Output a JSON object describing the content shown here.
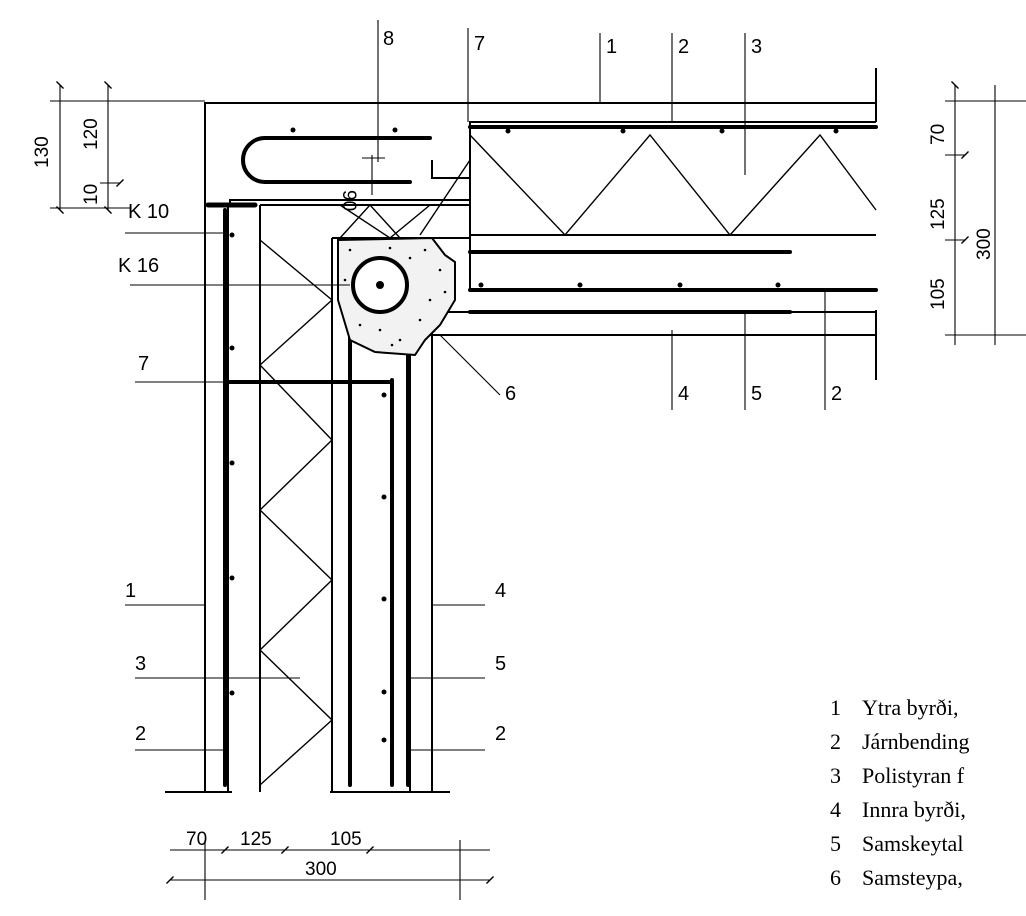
{
  "top_labels": [
    "8",
    "7",
    "1",
    "2",
    "3"
  ],
  "callouts": {
    "k10": "K 10",
    "k16": "K 16",
    "left_7": "7",
    "center_6": "6",
    "bottom_4": "4",
    "bottom_5": "5",
    "bottom_2": "2",
    "left_1": "1",
    "left_3": "3",
    "left_2": "2",
    "right_4": "4",
    "right_5": "5",
    "right_2": "2",
    "small_90": "90"
  },
  "dimensions": {
    "left_130": "130",
    "left_120": "120",
    "left_10": "10",
    "right_70": "70",
    "right_125": "125",
    "right_300": "300",
    "right_105": "105",
    "bottom_70": "70",
    "bottom_125": "125",
    "bottom_105": "105",
    "bottom_300": "300"
  },
  "legend": [
    {
      "num": "1",
      "text": "Ytra byrði,"
    },
    {
      "num": "2",
      "text": "Járnbending"
    },
    {
      "num": "3",
      "text": "Polistyran f"
    },
    {
      "num": "4",
      "text": "Innra byrði,"
    },
    {
      "num": "5",
      "text": "Samskeytal"
    },
    {
      "num": "6",
      "text": "Samsteypa,"
    }
  ]
}
